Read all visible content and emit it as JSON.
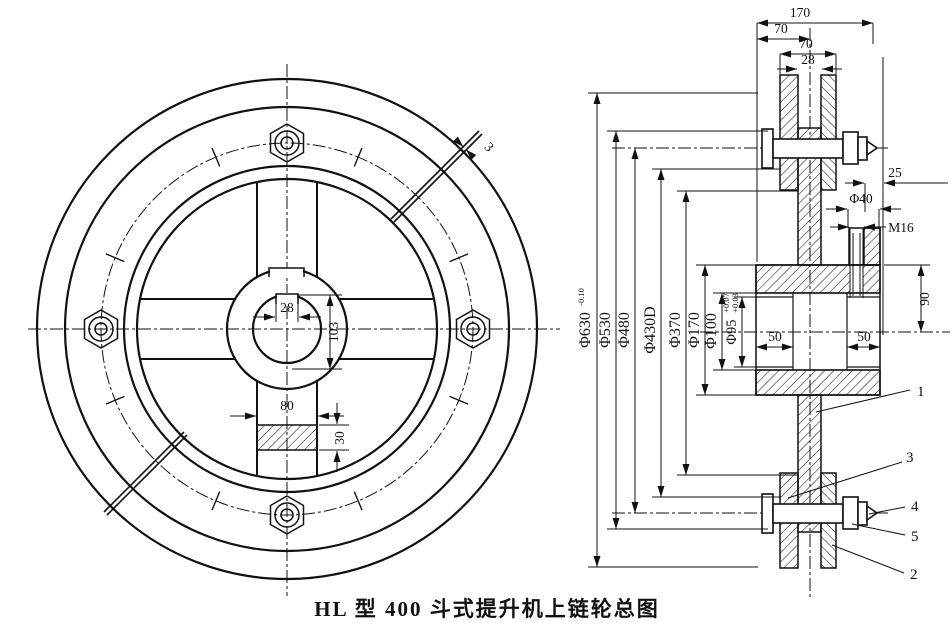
{
  "caption": "HL 型 400 斗式提升机上链轮总图",
  "front_view": {
    "keyway_width": "28",
    "hub_bore_height": "103",
    "spoke_width": "80",
    "rib_thickness": "30",
    "split_gap": "3"
  },
  "section_view": {
    "top_dims": {
      "overall": "170",
      "half_width": "70",
      "rim_width": "70",
      "slot": "28"
    },
    "right_dims": {
      "hole_offset": "25",
      "boss_dia": "Φ40",
      "thread": "M16",
      "hub_half_height": "90"
    },
    "mid_dims": {
      "left_seat": "50",
      "right_seat": "50"
    },
    "diameters": [
      {
        "label": "Φ630",
        "sup": "-0.10"
      },
      {
        "label": "Φ530"
      },
      {
        "label": "Φ480"
      },
      {
        "label": "Φ430D"
      },
      {
        "label": "Φ370"
      },
      {
        "label": "Φ170"
      },
      {
        "label": "Φ100"
      },
      {
        "label": "Φ95",
        "sup": "+0.07",
        "sub": "+0.03"
      }
    ],
    "callouts": [
      "1",
      "2",
      "3",
      "4",
      "5"
    ]
  }
}
